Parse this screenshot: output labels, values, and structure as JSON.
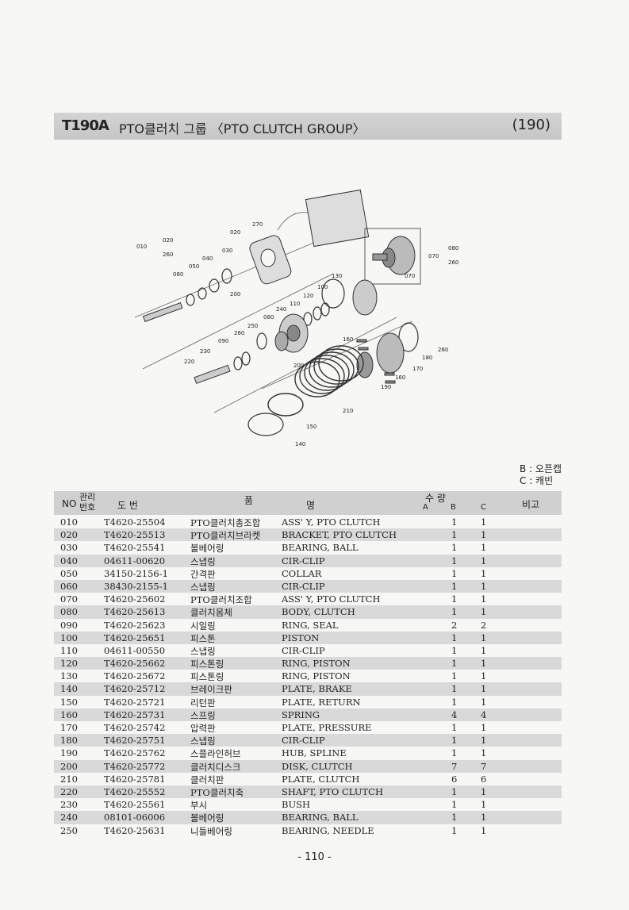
{
  "header": {
    "model": "T190A",
    "title": "PTO클러치 그룹 〈PTO CLUTCH GROUP〉",
    "page_code": "(190)"
  },
  "diagram": {
    "labels": [
      "010",
      "020",
      "260",
      "270",
      "020",
      "030",
      "040",
      "050",
      "060",
      "200",
      "130",
      "100",
      "120",
      "110",
      "240",
      "080",
      "250",
      "260",
      "090",
      "230",
      "220",
      "200",
      "160",
      "170",
      "180",
      "190",
      "160",
      "260",
      "210",
      "150",
      "140",
      "080",
      "070",
      "260",
      "070"
    ]
  },
  "legend": {
    "b": "B : 오픈캡",
    "c": "C : 캐빈"
  },
  "table": {
    "headers": {
      "no": "NO",
      "mgmt_no": "관리\n번호",
      "drawing": "도 번",
      "item": "품",
      "name": "명",
      "qty": "수 량",
      "a": "A",
      "b": "B",
      "c": "C",
      "remarks": "비고"
    },
    "rows": [
      {
        "no": "010",
        "part": "T4620-25504",
        "kr": "PTO클러치총조합",
        "en": "ASS' Y, PTO CLUTCH",
        "b": "1",
        "c": "1"
      },
      {
        "no": "020",
        "part": "T4620-25513",
        "kr": "PTO클러치브라켓",
        "en": "BRACKET, PTO CLUTCH",
        "b": "1",
        "c": "1"
      },
      {
        "no": "030",
        "part": "T4620-25541",
        "kr": "볼베어링",
        "en": "BEARING, BALL",
        "b": "1",
        "c": "1"
      },
      {
        "no": "040",
        "part": "04611-00620",
        "kr": "스냅링",
        "en": "CIR-CLIP",
        "b": "1",
        "c": "1"
      },
      {
        "no": "050",
        "part": "34150-2156-1",
        "kr": "간격판",
        "en": "COLLAR",
        "b": "1",
        "c": "1"
      },
      {
        "no": "060",
        "part": "38430-2155-1",
        "kr": "스냅링",
        "en": "CIR-CLIP",
        "b": "1",
        "c": "1"
      },
      {
        "no": "070",
        "part": "T4620-25602",
        "kr": "PTO클러치조합",
        "en": "ASS' Y, PTO CLUTCH",
        "b": "1",
        "c": "1"
      },
      {
        "no": "080",
        "part": "T4620-25613",
        "kr": "클러치몸체",
        "en": "BODY, CLUTCH",
        "b": "1",
        "c": "1"
      },
      {
        "no": "090",
        "part": "T4620-25623",
        "kr": "시일링",
        "en": "RING, SEAL",
        "b": "2",
        "c": "2"
      },
      {
        "no": "100",
        "part": "T4620-25651",
        "kr": "피스톤",
        "en": "PISTON",
        "b": "1",
        "c": "1"
      },
      {
        "no": "110",
        "part": "04611-00550",
        "kr": "스냅링",
        "en": "CIR-CLIP",
        "b": "1",
        "c": "1"
      },
      {
        "no": "120",
        "part": "T4620-25662",
        "kr": "피스톤링",
        "en": "RING, PISTON",
        "b": "1",
        "c": "1"
      },
      {
        "no": "130",
        "part": "T4620-25672",
        "kr": "피스톤링",
        "en": "RING, PISTON",
        "b": "1",
        "c": "1"
      },
      {
        "no": "140",
        "part": "T4620-25712",
        "kr": "브레이크판",
        "en": "PLATE, BRAKE",
        "b": "1",
        "c": "1"
      },
      {
        "no": "150",
        "part": "T4620-25721",
        "kr": "리턴판",
        "en": "PLATE, RETURN",
        "b": "1",
        "c": "1"
      },
      {
        "no": "160",
        "part": "T4620-25731",
        "kr": "스프링",
        "en": "SPRING",
        "b": "4",
        "c": "4"
      },
      {
        "no": "170",
        "part": "T4620-25742",
        "kr": "압력판",
        "en": "PLATE, PRESSURE",
        "b": "1",
        "c": "1"
      },
      {
        "no": "180",
        "part": "T4620-25751",
        "kr": "스냅링",
        "en": "CIR-CLIP",
        "b": "1",
        "c": "1"
      },
      {
        "no": "190",
        "part": "T4620-25762",
        "kr": "스플라인허브",
        "en": "HUB, SPLINE",
        "b": "1",
        "c": "1"
      },
      {
        "no": "200",
        "part": "T4620-25772",
        "kr": "클러치디스크",
        "en": "DISK, CLUTCH",
        "b": "7",
        "c": "7"
      },
      {
        "no": "210",
        "part": "T4620-25781",
        "kr": "클러치판",
        "en": "PLATE, CLUTCH",
        "b": "6",
        "c": "6"
      },
      {
        "no": "220",
        "part": "T4620-25552",
        "kr": "PTO클러치축",
        "en": "SHAFT, PTO CLUTCH",
        "b": "1",
        "c": "1"
      },
      {
        "no": "230",
        "part": "T4620-25561",
        "kr": "부시",
        "en": "BUSH",
        "b": "1",
        "c": "1"
      },
      {
        "no": "240",
        "part": "08101-06006",
        "kr": "볼베어링",
        "en": "BEARING, BALL",
        "b": "1",
        "c": "1"
      },
      {
        "no": "250",
        "part": "T4620-25631",
        "kr": "니들베어링",
        "en": "BEARING, NEEDLE",
        "b": "1",
        "c": "1"
      }
    ]
  },
  "footer": {
    "page": "- 110 -"
  }
}
